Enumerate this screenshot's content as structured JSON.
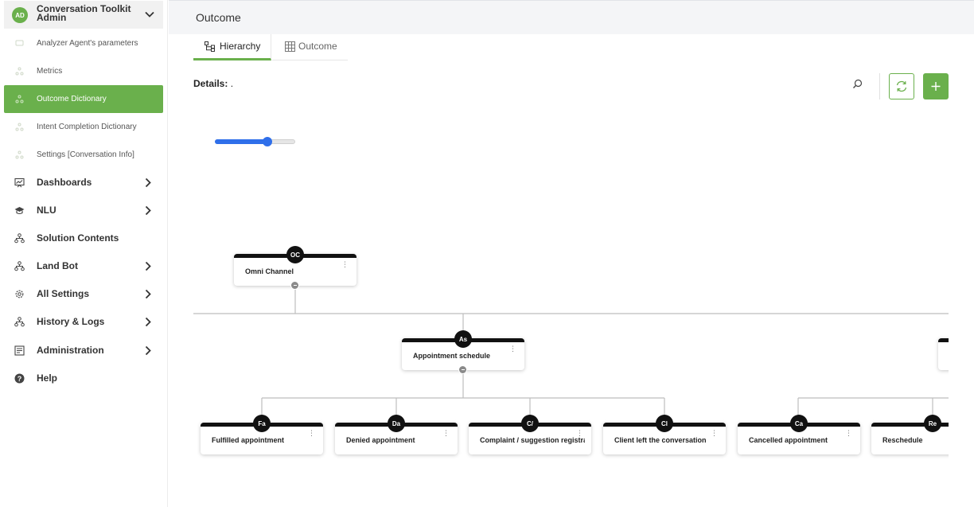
{
  "sidebar": {
    "avatar": "AD",
    "title": "Conversation Toolkit Admin",
    "sub_items": [
      {
        "label": "Analyzer Agent's parameters"
      },
      {
        "label": "Metrics"
      },
      {
        "label": "Outcome Dictionary"
      },
      {
        "label": "Intent Completion Dictionary"
      },
      {
        "label": "Settings [Conversation Info]"
      }
    ],
    "nav_items": [
      {
        "label": "Dashboards",
        "icon": "chart-icon"
      },
      {
        "label": "NLU",
        "icon": "graduation-cap-icon"
      },
      {
        "label": "Solution Contents",
        "icon": "sitemap-icon"
      },
      {
        "label": "Land Bot",
        "icon": "sitemap-icon"
      },
      {
        "label": "All Settings",
        "icon": "gear-icon"
      },
      {
        "label": "History & Logs",
        "icon": "sitemap-icon"
      },
      {
        "label": "Administration",
        "icon": "admin-icon"
      },
      {
        "label": "Help",
        "icon": "help-icon"
      }
    ],
    "active_item": "Outcome Dictionary"
  },
  "topbar": {
    "title": "Outcome"
  },
  "tabs": [
    {
      "label": "Hierarchy",
      "icon": "hierarchy-icon"
    },
    {
      "label": "Outcome",
      "icon": "table-icon"
    }
  ],
  "details": {
    "label": "Details:",
    "value": "."
  },
  "zoom_slider": {
    "value": 0.65
  },
  "tree": {
    "root": {
      "badge": "OC",
      "label": "Omni Channel"
    },
    "level1": [
      {
        "badge": "As",
        "label": "Appointment schedule"
      }
    ],
    "level2": [
      {
        "badge": "Fa",
        "label": "Fulfilled appointment"
      },
      {
        "badge": "Da",
        "label": "Denied appointment"
      },
      {
        "badge": "C/",
        "label": "Complaint / suggestion registrati"
      },
      {
        "badge": "Cl",
        "label": "Client left the conversation"
      },
      {
        "badge": "Ca",
        "label": "Cancelled appointment"
      },
      {
        "badge": "Re",
        "label": "Reschedule"
      }
    ]
  },
  "colors": {
    "accent": "#6ab04c",
    "slider": "#2f6fea",
    "node_border": "#111111"
  }
}
